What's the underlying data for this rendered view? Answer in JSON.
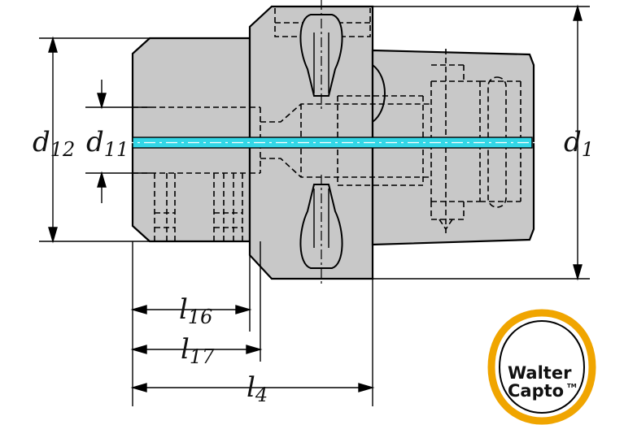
{
  "labels": {
    "d12": {
      "main": "d",
      "sub": "12"
    },
    "d11": {
      "main": "d",
      "sub": "11"
    },
    "d1": {
      "main": "d",
      "sub": "1"
    },
    "l16": {
      "main": "l",
      "sub": "16"
    },
    "l17": {
      "main": "l",
      "sub": "17"
    },
    "l4": {
      "main": "l",
      "sub": "4"
    }
  },
  "logo": {
    "line1": "Walter",
    "line2": "Capto",
    "tm": "TM"
  },
  "colors": {
    "body_fill": "#c8c8c8",
    "outline": "#000000",
    "coolant_channel": "#33d6e6",
    "logo_ring": "#f0a500"
  }
}
